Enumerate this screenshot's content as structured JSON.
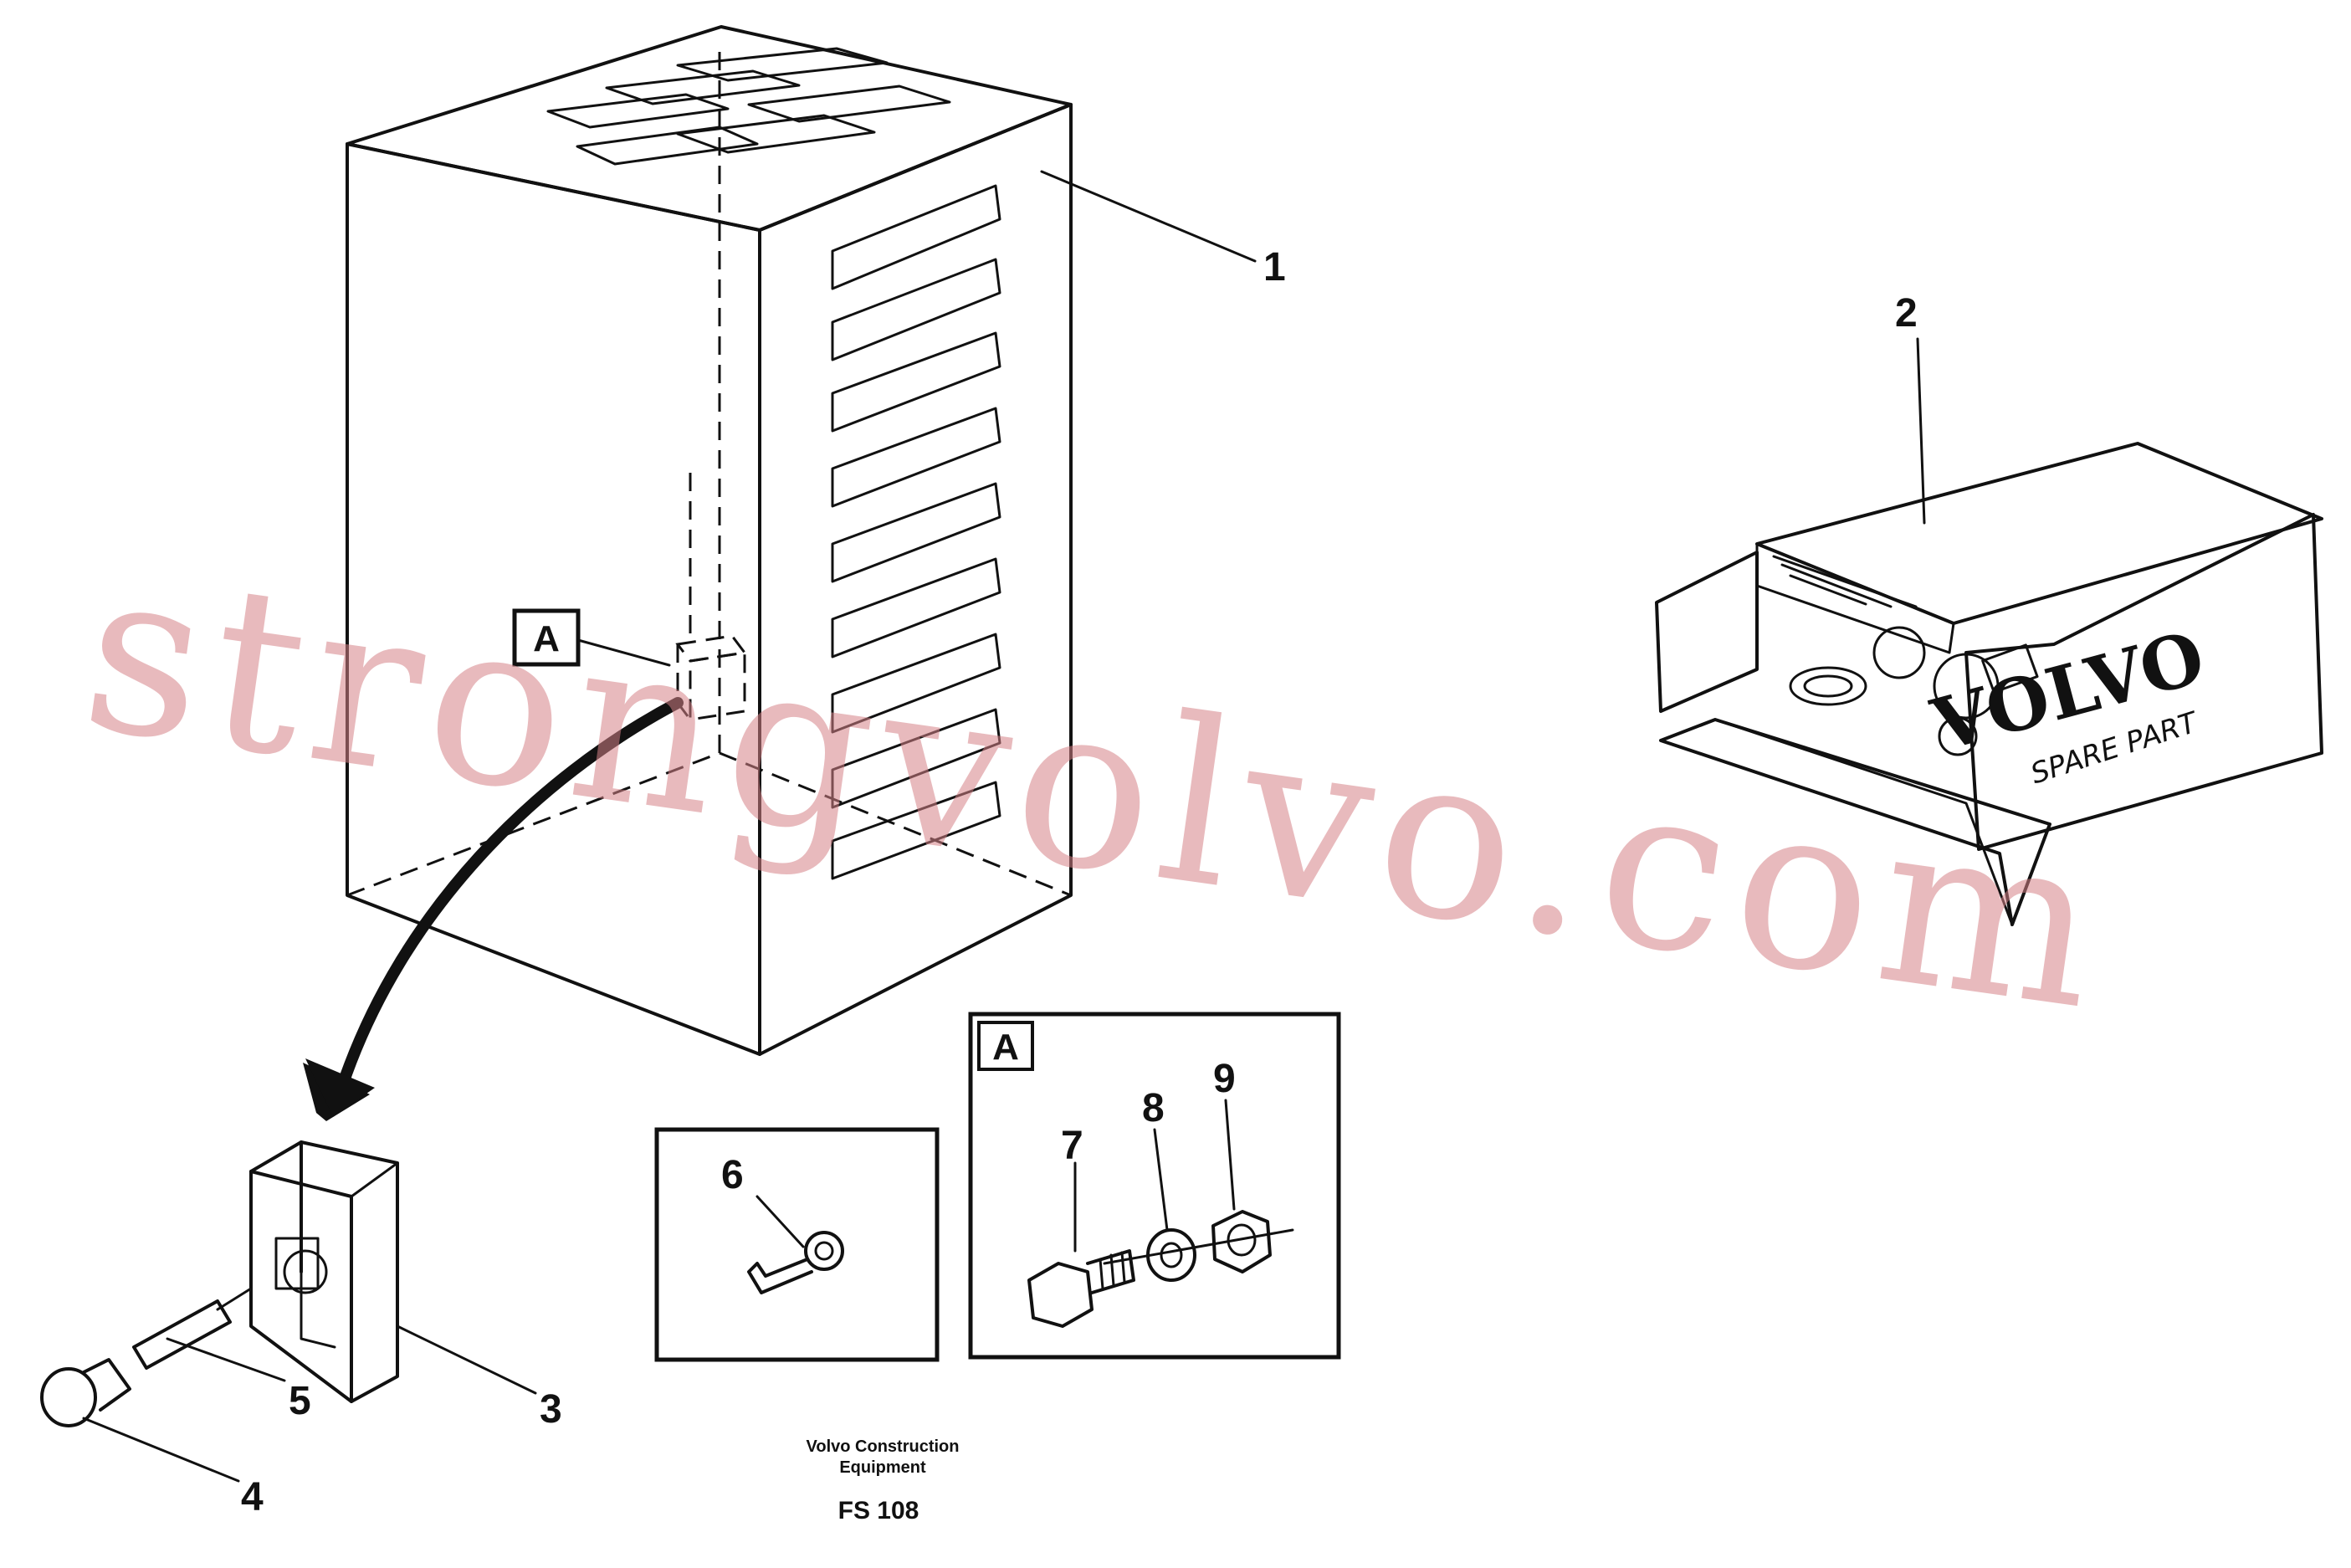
{
  "callouts": {
    "item_1": "1",
    "item_2": "2",
    "item_3": "3",
    "item_4": "4",
    "item_5": "5",
    "item_6": "6",
    "item_7": "7",
    "item_8": "8",
    "item_9": "9"
  },
  "detail_marker": "A",
  "detail_box_label": "A",
  "spare_box": {
    "brand": "VOLVO",
    "subtitle": "SPARE PART"
  },
  "footer": {
    "line1": "Volvo Construction",
    "line2": "Equipment",
    "code": "FS 108"
  },
  "watermark": "strongvolvo.com"
}
